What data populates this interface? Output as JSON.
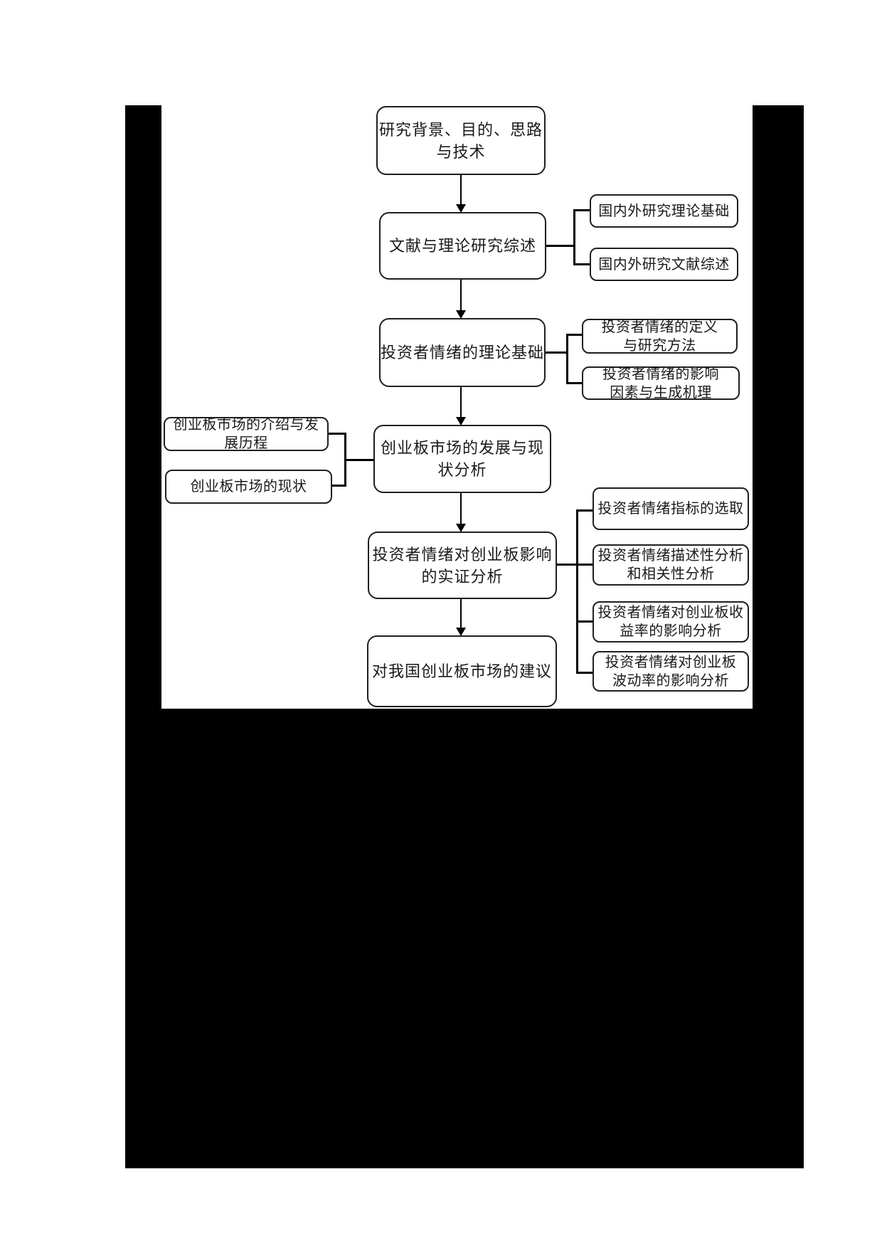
{
  "document": {
    "type": "scanned-flowchart-page",
    "language": "zh-CN"
  },
  "colors": {
    "page_background": "#ffffff",
    "panel_background": "#000000",
    "canvas_background": "#ffffff",
    "node_border": "#1f1f1f",
    "node_fill": "#ffffff",
    "ink": "#1a1a1a",
    "connector_line": "#000000"
  },
  "nodes": {
    "main1": {
      "label": "研究背景、目的、思路\n与技术"
    },
    "main2": {
      "label": "文献与理论研究综述"
    },
    "main3": {
      "label": "投资者情绪的理论基础"
    },
    "main4": {
      "label": "创业板市场的发展与现\n状分析"
    },
    "main5": {
      "label": "投资者情绪对创业板影响\n的实证分析"
    },
    "main6": {
      "label": "对我国创业板市场的建议"
    },
    "right1": {
      "label": "国内外研究理论基础"
    },
    "right2": {
      "label": "国内外研究文献综述"
    },
    "right3": {
      "label": "投资者情绪的定义\n与研究方法"
    },
    "right4": {
      "label": "投资者情绪的影响\n因素与生成机理"
    },
    "left1": {
      "label": "创业板市场的介绍与发\n展历程"
    },
    "left2": {
      "label": "创业板市场的现状"
    },
    "right5": {
      "label": "投资者情绪指标的选取"
    },
    "right6": {
      "label": "投资者情绪描述性分析\n和相关性分析"
    },
    "right7": {
      "label": "投资者情绪对创业板收\n益率的影响分析"
    },
    "right8": {
      "label": "投资者情绪对创业板\n波动率的影响分析"
    }
  }
}
